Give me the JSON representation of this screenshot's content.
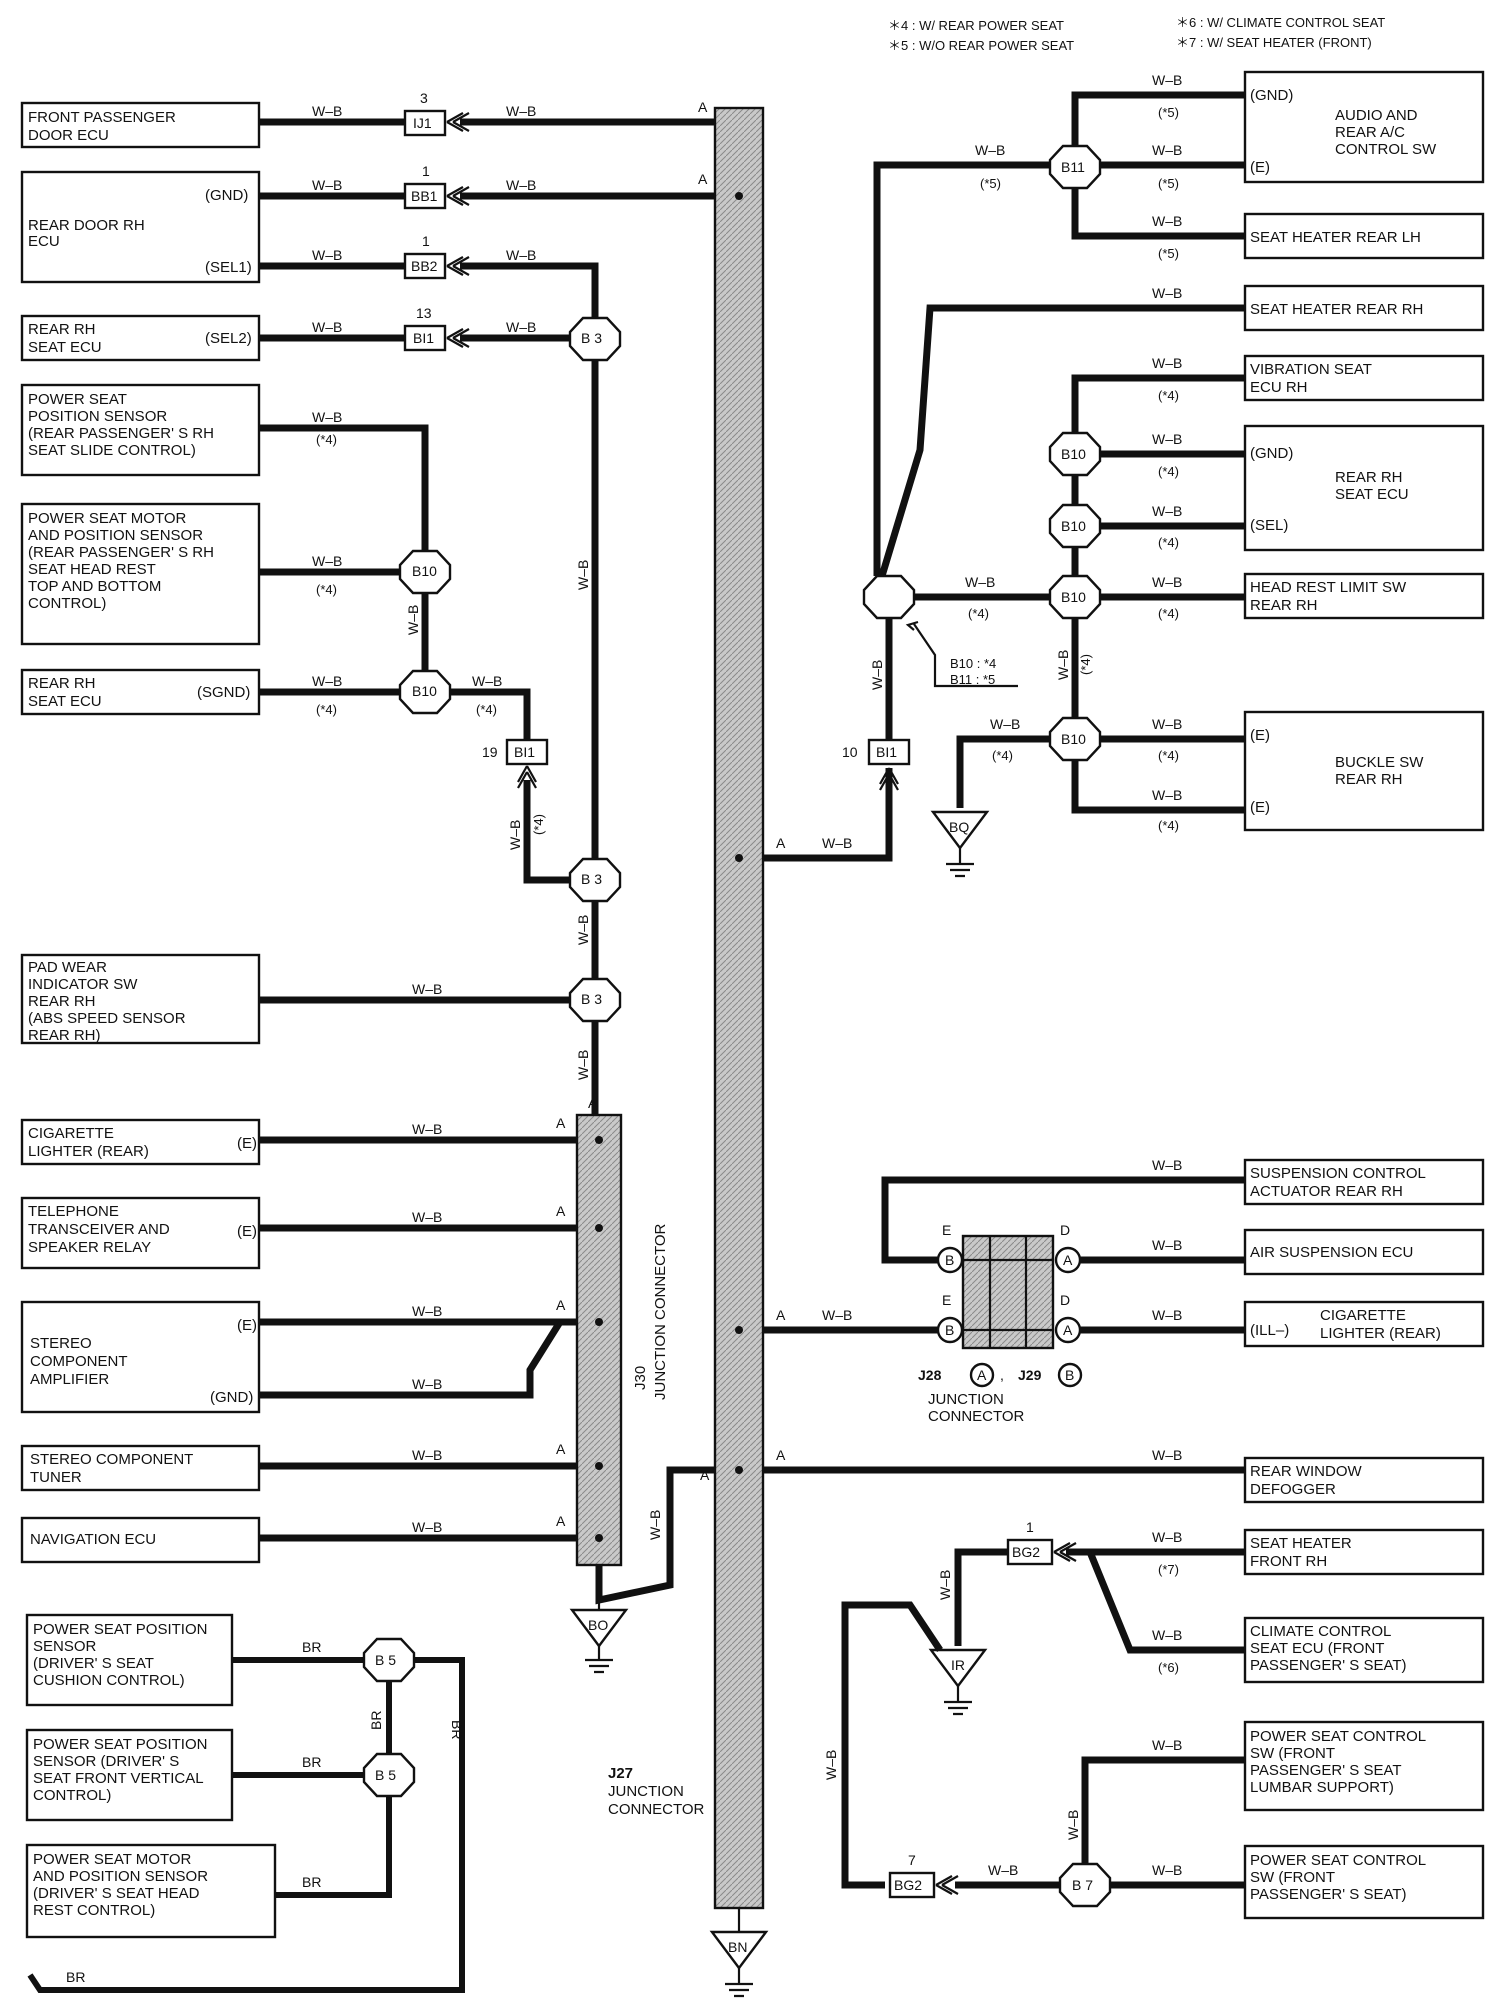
{
  "legend": {
    "l1": "＊4 : W/ REAR POWER SEAT",
    "l2": "＊5 : W/O REAR POWER SEAT",
    "l3": "＊6 : W/ CLIMATE CONTROL SEAT",
    "l4": "＊7 : W/ SEAT HEATER (FRONT)"
  },
  "wire": {
    "wb": "W–B",
    "br": "BR",
    "a": "A",
    "d": "D",
    "e": "E"
  },
  "notes": {
    "n4": "(*4)",
    "n5": "(*5)",
    "n6": "(*6)",
    "n7": "(*7)",
    "b10n4": "B10 : *4",
    "b11n5": "B11 : *5"
  },
  "left_boxes": {
    "fp_door": [
      "FRONT PASSENGER",
      "DOOR ECU"
    ],
    "rear_door": [
      "REAR DOOR RH",
      "ECU"
    ],
    "rear_door_gnd": "(GND)",
    "rear_door_sel1": "(SEL1)",
    "rear_seat1": [
      "REAR RH",
      "SEAT ECU"
    ],
    "rear_seat1_sel2": "(SEL2)",
    "pss_slide": [
      "POWER SEAT",
      "POSITION SENSOR",
      "(REAR PASSENGER' S RH",
      " SEAT SLIDE CONTROL)"
    ],
    "psm_head": [
      "POWER SEAT MOTOR",
      "AND POSITION SENSOR",
      "(REAR PASSENGER' S RH",
      " SEAT HEAD REST",
      " TOP AND BOTTOM",
      " CONTROL)"
    ],
    "rear_seat2": [
      "REAR RH",
      "SEAT ECU"
    ],
    "rear_seat2_sgnd": "(SGND)",
    "pad_wear": [
      "PAD WEAR",
      "INDICATOR SW",
      "REAR RH",
      "(ABS SPEED SENSOR",
      " REAR RH)"
    ],
    "cig_rear": [
      "CIGARETTE",
      "LIGHTER (REAR)"
    ],
    "cig_rear_e": "(E)",
    "tel": [
      "TELEPHONE",
      "TRANSCEIVER AND",
      "SPEAKER RELAY"
    ],
    "tel_e": "(E)",
    "stereo_amp": [
      "STEREO",
      "COMPONENT",
      "AMPLIFIER"
    ],
    "stereo_amp_e": "(E)",
    "stereo_amp_gnd": "(GND)",
    "tuner": [
      "STEREO COMPONENT",
      "TUNER"
    ],
    "nav": [
      "NAVIGATION ECU"
    ],
    "drv_cushion": [
      "POWER SEAT POSITION",
      "SENSOR",
      "(DRIVER' S SEAT",
      " CUSHION CONTROL)"
    ],
    "drv_front": [
      "POWER SEAT POSITION",
      "SENSOR (DRIVER' S",
      "SEAT FRONT VERTICAL",
      "CONTROL)"
    ],
    "drv_head": [
      "POWER SEAT MOTOR",
      "AND POSITION SENSOR",
      "(DRIVER' S SEAT HEAD",
      " REST CONTROL)"
    ]
  },
  "right_boxes": {
    "audio": [
      "AUDIO AND",
      "REAR A/C",
      "CONTROL SW"
    ],
    "audio_gnd": "(GND)",
    "audio_e": "(E)",
    "heater_lh": [
      "SEAT HEATER REAR LH"
    ],
    "heater_rh": [
      "SEAT HEATER REAR RH"
    ],
    "vib": [
      "VIBRATION SEAT",
      "ECU RH"
    ],
    "rear_seat3": [
      "REAR RH",
      "SEAT ECU"
    ],
    "rear_seat3_gnd": "(GND)",
    "rear_seat3_sel": "(SEL)",
    "headrest": [
      "HEAD REST LIMIT SW",
      "REAR RH"
    ],
    "buckle": [
      "BUCKLE SW",
      "REAR RH"
    ],
    "buckle_e": "(E)",
    "susp": [
      "SUSPENSION CONTROL",
      "ACTUATOR REAR RH"
    ],
    "air": [
      "AIR SUSPENSION ECU"
    ],
    "cig2_ill": "(ILL–)",
    "cig2": [
      "CIGARETTE",
      "LIGHTER (REAR)"
    ],
    "defog": [
      "REAR WINDOW",
      "DEFOGGER"
    ],
    "heater_front": [
      "SEAT HEATER",
      "FRONT RH"
    ],
    "climate": [
      "CLIMATE CONTROL",
      "SEAT ECU (FRONT",
      "PASSENGER' S SEAT)"
    ],
    "lumbar": [
      "POWER SEAT CONTROL",
      "SW (FRONT",
      "PASSENGER' S SEAT",
      "LUMBAR SUPPORT)"
    ],
    "pscs": [
      "POWER SEAT CONTROL",
      "SW (FRONT",
      "PASSENGER' S SEAT)"
    ]
  },
  "connectors": {
    "ij1": "IJ1",
    "ij1_pin": "3",
    "bb1": "BB1",
    "bb1_pin": "1",
    "bb2": "BB2",
    "bb2_pin": "1",
    "bi1": "BI1",
    "bi1_pin13": "13",
    "bi1_pin19": "19",
    "bi1_pin10": "10",
    "bg2": "BG2",
    "bg2_pin1": "1",
    "bg2_pin7": "7"
  },
  "splices": {
    "b3": "B 3",
    "b10": "B10",
    "b11": "B11",
    "b5": "B 5",
    "b7": "B 7"
  },
  "grounds": {
    "bq": "BQ",
    "bo": "BO",
    "ir": "IR",
    "bn": "BN"
  },
  "junctions": {
    "j30": [
      "J30",
      "JUNCTION CONNECTOR"
    ],
    "j27": [
      "J27",
      "JUNCTION",
      "CONNECTOR"
    ],
    "j28": "J28",
    "j29": "J29",
    "j28_pin": "A",
    "j29_pin": "B",
    "j2829_label": [
      "JUNCTION",
      "CONNECTOR"
    ],
    "pin_b": "B",
    "pin_a": "A"
  }
}
